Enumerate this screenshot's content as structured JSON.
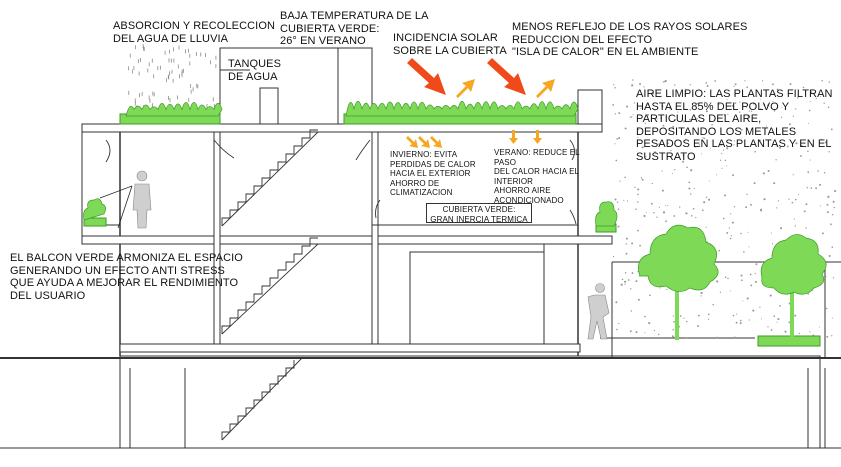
{
  "labels": {
    "rain": "ABSORCION Y RECOLECCION\nDEL AGUA DE LLUVIA",
    "temperature": "BAJA TEMPERATURA DE LA\nCUBIERTA VERDE:\n26° EN VERANO",
    "tanks": "TANQUES\nDE AGUA",
    "solar": "INCIDENCIA SOLAR\nSOBRE LA CUBIERTA",
    "reflection": "MENOS REFLEJO DE LOS RAYOS SOLARES\nREDUCCION DEL EFECTO\n\"ISLA DE CALOR\" EN EL AMBIENTE",
    "clean_air": "AIRE LIMPIO: LAS PLANTAS FILTRAN\nHASTA EL 85% DEL POLVO Y\nPARTICULAS DEL AIRE,\nDEPOSITANDO LOS METALES\nPESADOS EN LAS PLANTAS Y EN EL\nSUSTRATO",
    "winter": "INVIERNO: EVITA\nPERDIDAS DE CALOR\nHACIA EL EXTERIOR\nAHORRO DE\nCLIMATIZACION",
    "summer": "VERANO: REDUCE EL\nPASO\nDEL CALOR HACIA EL\nINTERIOR\nAHORRO AIRE\nACONDICIONADO",
    "inertia": "CUBIERTA VERDE:\nGRAN INERCIA TERMICA",
    "balcony": "EL BALCON VERDE ARMONIZA EL ESPACIO\nGENERANDO UN EFECTO ANTI STRESS\nQUE AYUDA A MEJORAR EL RENDIMIENTO\nDEL USUARIO"
  },
  "colors": {
    "line": "#333333",
    "vegetation": "#7ed957",
    "vegetation_dark": "#3f9a2a",
    "solar_arrow": "#f04a1a",
    "reflect_arrow": "#f5a623",
    "rain": "#8a8a8a"
  },
  "icons": [
    "rain-icon",
    "solar-arrow-icon",
    "reflection-arrow-icon",
    "person-icon",
    "tree-icon",
    "stairs-icon"
  ]
}
